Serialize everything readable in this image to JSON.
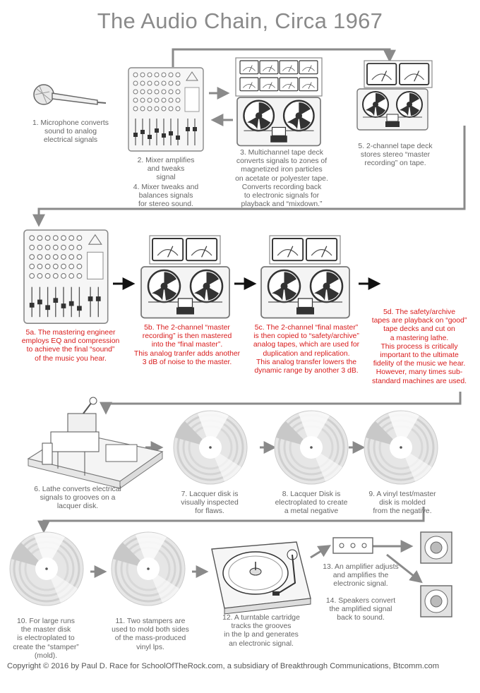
{
  "title": "The Audio Chain, Circa 1967",
  "captions": {
    "c1": "1. Microphone converts\nsound to analog\nelectrical signals",
    "c2": "2. Mixer amplifies\nand tweaks\nsignal",
    "c4": "4. Mixer tweaks and\nbalances signals\nfor stereo sound.",
    "c3": "3. Multichannel tape deck\nconverts signals to zones of\nmagnetized iron particles\non acetate or polyester tape.\nConverts recording back\nto electronic signals for\nplayback and “mixdown.”",
    "c5": "5. 2-channel tape deck\nstores stereo “master\nrecording” on tape.",
    "c5a": "5a. The mastering engineer\nemploys EQ and compression\nto achieve the final “sound”\nof the music you hear.",
    "c5b": "5b. The 2-channel “master\nrecording” is then mastered\ninto the “final master”.\nThis analog tranfer adds another\n3 dB of noise to the master.",
    "c5c": "5c. The 2-channel “final master”\nis then copied to “safety/archive”\nanalog tapes, which are used for\nduplication and replication.\nThis analog transfer lowers the\ndynamic range by another 3 dB.",
    "c5d": "5d. The safety/archive\ntapes are playback on “good”\ntape decks and cut on\na mastering lathe.\nThis process is critically\nimportant to the ultimate\nfidelity of the music we hear.\nHowever, many times sub-\nstandard machines are used.",
    "c6": "6. Lathe converts electrical\nsignals to grooves on a\nlacquer disk.",
    "c7": "7. Lacquer disk is\nvisually inspected\nfor flaws.",
    "c8": "8. Lacquer Disk is\nelectroplated to create\na metal negative",
    "c9": "9. A vinyl test/master\ndisk is molded\nfrom the negative.",
    "c10": "10. For large runs\nthe master disk\nis electroplated to\ncreate the “stamper”\n(mold).",
    "c11": "11. Two stampers are\nused to mold both sides\nof the mass-produced\nvinyl lps.",
    "c12": "12. A turntable cartridge\ntracks the grooves\nin the lp and generates\nan electronic signal.",
    "c13": "13. An amplifier adjusts\nand amplifies the\nelectronic signal.",
    "c14": "14. Speakers convert\nthe amplified signal\nback to sound."
  },
  "copyright": "Copyright © 2016 by Paul D. Race for SchoolOfTheRock.com, a subsidiary of Breakthrough Communications, Btcomm.com"
}
